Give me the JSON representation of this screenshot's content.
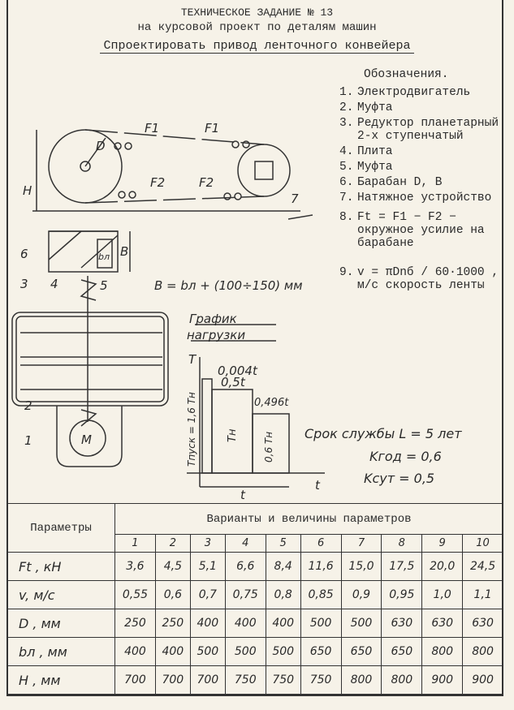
{
  "header": {
    "title": "ТЕХНИЧЕСКОЕ ЗАДАНИЕ № 13",
    "subtitle": "на курсовой проект по деталям машин",
    "task": "Спроектировать привод ленточного конвейера"
  },
  "legend": {
    "heading": "Обозначения.",
    "items": [
      {
        "n": "1.",
        "text": "Электродвигатель"
      },
      {
        "n": "2.",
        "text": "Муфта"
      },
      {
        "n": "3.",
        "text": "Редуктор планетарный 2-х ступенчатый"
      },
      {
        "n": "4.",
        "text": "Плита"
      },
      {
        "n": "5.",
        "text": "Муфта"
      },
      {
        "n": "6.",
        "text": "Барабан D, B"
      },
      {
        "n": "7.",
        "text": "Натяжное устройство"
      },
      {
        "n": "8.",
        "text": "Ft = F1 − F2 − окружное усилие на барабане"
      },
      {
        "n": "9.",
        "text": "v = πDnб / 60·1000 , м/с скорость ленты"
      }
    ]
  },
  "diagram": {
    "f1": "F1",
    "f2": "F2",
    "d": "D",
    "h": "H",
    "b": "B",
    "bl": "bл",
    "labels": [
      "1",
      "2",
      "3",
      "4",
      "5",
      "6",
      "7"
    ],
    "m": "M",
    "width_formula": "B = bл + (100÷150) мм",
    "load_title_1": "График",
    "load_title_2": "нагрузки",
    "axis_t": "T",
    "axis_time": "t",
    "dim_start": "0,004t",
    "dim_mid": "0,5t",
    "dim_end": "0,496t",
    "t_start": "Tпуск = 1,6 Tн",
    "t_nom": "Tн",
    "t_low": "0,6 Tн",
    "dim_total": "t",
    "service_life": "Срок службы L = 5 лет",
    "k_year": "Kгод = 0,6",
    "k_day": "Kсут = 0,5"
  },
  "table": {
    "param_header": "Параметры",
    "variants_header": "Варианты и величины параметров",
    "variants": [
      "1",
      "2",
      "3",
      "4",
      "5",
      "6",
      "7",
      "8",
      "9",
      "10"
    ],
    "rows": [
      {
        "param": "Ft , кН",
        "values": [
          "3,6",
          "4,5",
          "5,1",
          "6,6",
          "8,4",
          "11,6",
          "15,0",
          "17,5",
          "20,0",
          "24,5"
        ]
      },
      {
        "param": "v, м/с",
        "values": [
          "0,55",
          "0,6",
          "0,7",
          "0,75",
          "0,8",
          "0,85",
          "0,9",
          "0,95",
          "1,0",
          "1,1"
        ]
      },
      {
        "param": "D , мм",
        "values": [
          "250",
          "250",
          "400",
          "400",
          "400",
          "500",
          "500",
          "630",
          "630",
          "630"
        ]
      },
      {
        "param": "bл , мм",
        "values": [
          "400",
          "400",
          "500",
          "500",
          "500",
          "650",
          "650",
          "650",
          "800",
          "800"
        ]
      },
      {
        "param": "H , мм",
        "values": [
          "700",
          "700",
          "700",
          "750",
          "750",
          "750",
          "800",
          "800",
          "900",
          "900"
        ]
      }
    ]
  }
}
